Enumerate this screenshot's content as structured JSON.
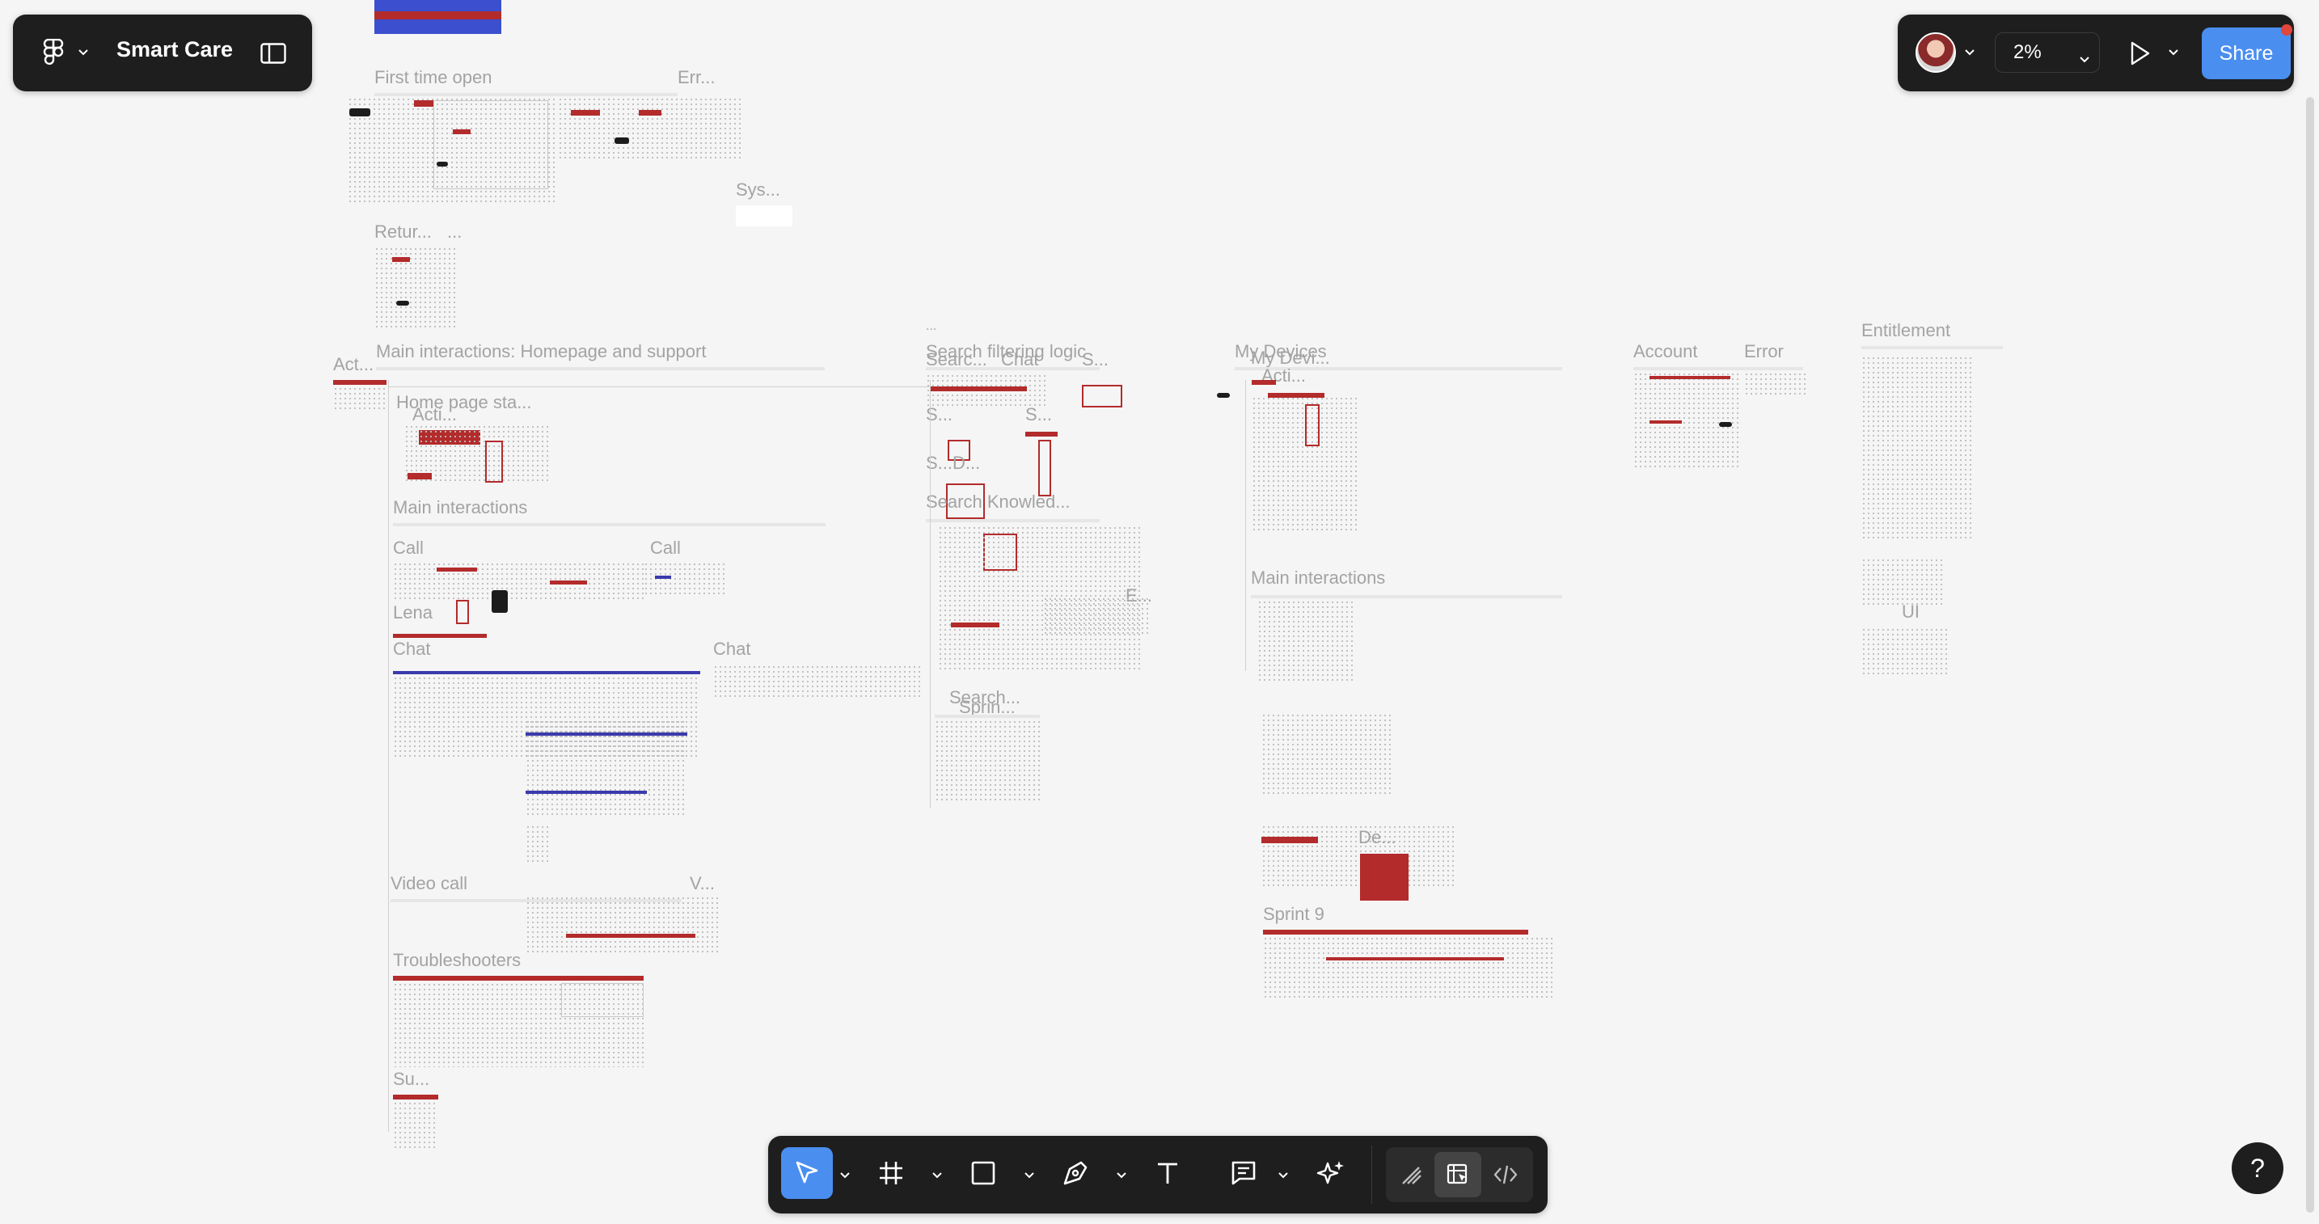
{
  "app": {
    "file_name": "Smart Care",
    "zoom": "2%",
    "share_label": "Share",
    "help_label": "?",
    "accent_color": "#4a8ef0",
    "brand_red": "#b32b2b"
  },
  "top_left_icons": [
    "figma-menu-icon",
    "chevron-down-icon",
    "sidebar-toggle-icon"
  ],
  "top_right_icons": [
    "avatar",
    "chevron-down-icon",
    "play-icon",
    "chevron-down-icon"
  ],
  "bottom_toolbar": {
    "tools": [
      "move-tool-icon",
      "frame-tool-icon",
      "rectangle-tool-icon",
      "pen-tool-icon",
      "text-tool-icon",
      "comment-tool-icon",
      "actions-ai-icon"
    ],
    "modes": [
      "draw-mode-icon",
      "design-mode-icon",
      "dev-mode-icon"
    ]
  },
  "canvas": {
    "labels": {
      "first_time_open": "First time open",
      "err": "Err...",
      "sys": "Sys...",
      "retur": "Retur...",
      "retur_dots": "...",
      "act": "Act...",
      "main_interactions_homepage": "Main interactions: Homepage and support",
      "home_page_sta": "Home page sta...",
      "acti_1": "Acti...",
      "main_interactions_1": "Main interactions",
      "call_1": "Call",
      "call_2": "Call",
      "lena": "Lena",
      "chat_1": "Chat",
      "chat_2": "Chat",
      "video_call": "Video call",
      "v": "V...",
      "troubleshooters": "Troubleshooters",
      "su": "Su...",
      "dots_small": "...",
      "search_filtering_logic": "Search filtering logic",
      "searc": "Searc...",
      "chat_3": "Chat",
      "s_1": "S...",
      "s_2": "S...",
      "s_3": "S...",
      "s_d": "S...D...",
      "search_knowled": "Search Knowled...",
      "e": "E...",
      "search_2": "Search...",
      "sprin": "Sprin...",
      "my_devices": "My Devices",
      "my_devi": "My Devi...",
      "acti_2": "Acti...",
      "main_interactions_2": "Main interactions",
      "de": "De...",
      "sprint_9": "Sprint 9",
      "account": "Account",
      "error": "Error",
      "entitlement": "Entitlement",
      "ui": "UI"
    }
  }
}
